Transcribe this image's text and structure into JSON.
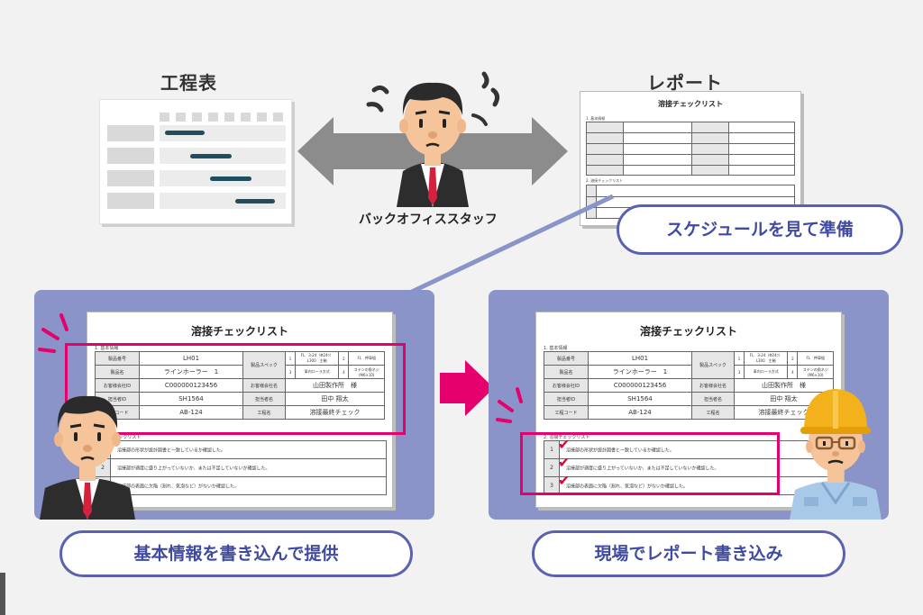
{
  "top": {
    "schedule_title": "工程表",
    "report_title": "レポート",
    "staff_label": "バックオフィススタッフ",
    "prepare_pill": "スケジュールを見て準備"
  },
  "bottom": {
    "left_pill": "基本情報を書き込んで提供",
    "right_pill": "現場でレポート書き込み"
  },
  "report": {
    "title": "溶接チェックリスト",
    "section1": "1. 基本情報",
    "section2": "2. 溶接チェックリスト",
    "labels": {
      "product_no": "製品番号",
      "product_name": "製品名",
      "customer_id": "お客様会社ID",
      "person_id": "担当者ID",
      "process_code": "工程コード",
      "spec": "製品スペック",
      "customer_name": "お客様会社名",
      "person_name": "担当者名",
      "process_name": "工程名"
    },
    "values": {
      "product_no": "LH01",
      "product_name": "ラインホーラー　1",
      "customer_id": "C000000123456",
      "person_id": "SH1564",
      "process_code": "AB-124",
      "customer_name": "山田製作所　様",
      "person_name": "田中 翔太",
      "process_name": "溶接最終チェック"
    },
    "spec": {
      "n1": "1",
      "v1": "FL　3-24（Φ24ﾜ）\nL300　主軸",
      "n2": "2",
      "v2": "FL　押車組",
      "n3": "3",
      "v3": "車内ローラ方式",
      "n4": "4",
      "v4": "ステンの角ネジ\n(M6×10)"
    },
    "checks": [
      {
        "no": "1",
        "text": "溶接部の形状が設計図書と一致しているか確認した。"
      },
      {
        "no": "2",
        "text": "溶接部が適度に盛り上がっていないか、または不足していないか確認した。"
      },
      {
        "no": "3",
        "text": "溶接部の表面に欠陥（割れ、気泡など）がないか確認した。"
      }
    ]
  },
  "colors": {
    "panel": "#8a94c8",
    "accent_pink": "#e6006e",
    "pill_border": "#5a62b0",
    "bar": "#1f4e5f"
  },
  "icons": [
    "double-arrow-icon",
    "right-arrow-icon",
    "checkmark-icon",
    "office-worker-icon",
    "field-worker-icon"
  ]
}
